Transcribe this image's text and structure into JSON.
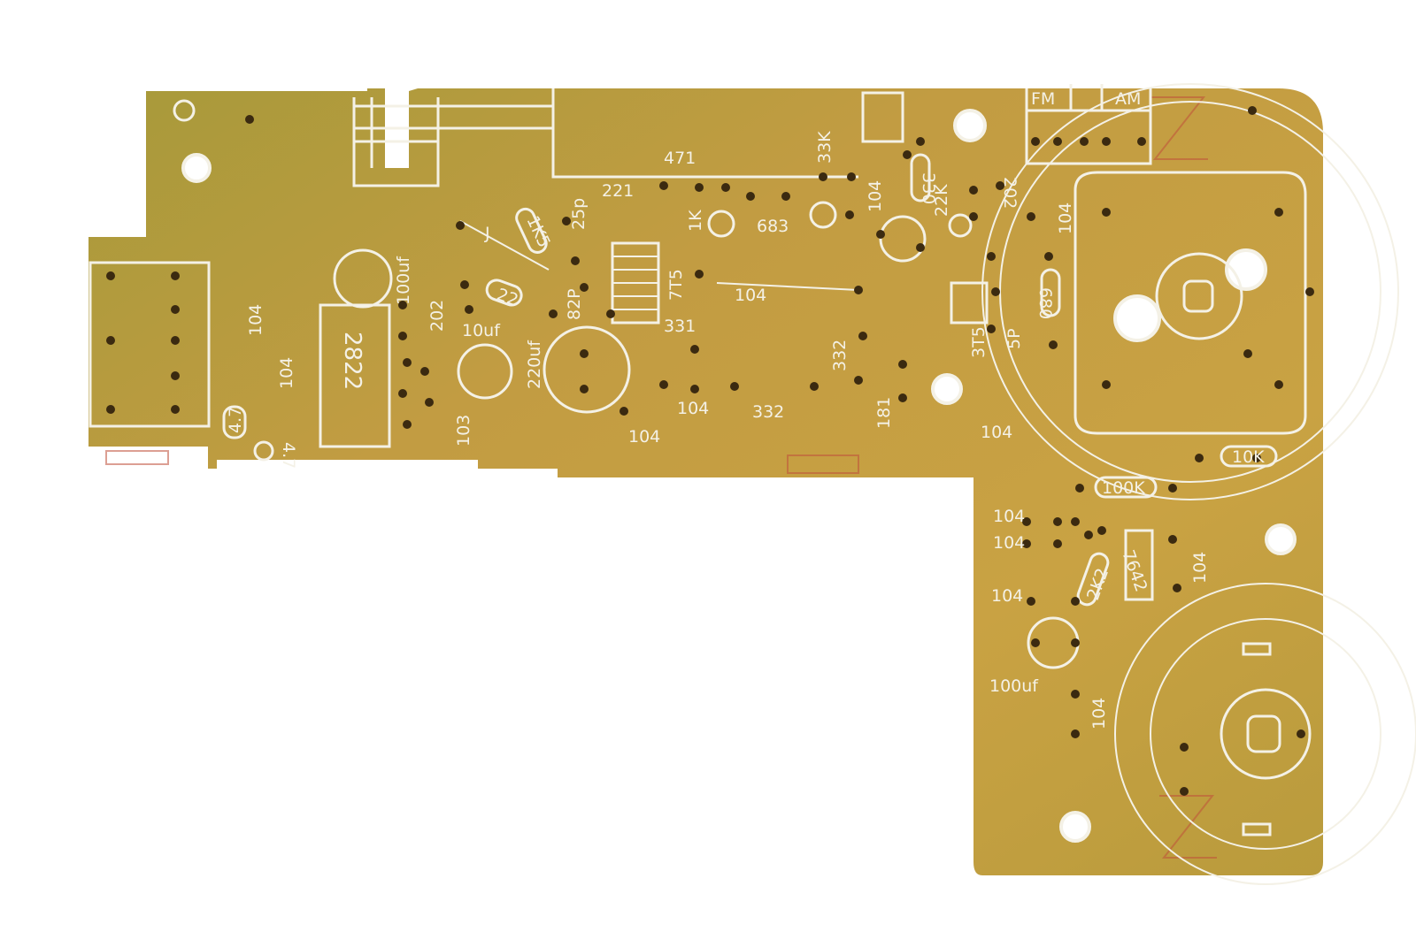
{
  "photo": {
    "subject": "pcb-board",
    "colors": {
      "board_light": "#c9a243",
      "board_green": "#a79a3a",
      "silkscreen": "#f4f1e6",
      "drill": "#3b2a10",
      "background": "#ffffff"
    },
    "labels": {
      "fm": "FM",
      "am": "AM",
      "r471": "471",
      "r33k": "33K",
      "c221": "221",
      "c25p": "25p",
      "r1k": "1K",
      "c683": "683",
      "c104_top": "104",
      "r330": "330",
      "r22k": "22K",
      "c202_top": "202",
      "c104_tr": "104",
      "r1k5": "1K5",
      "j": "J",
      "c100uf_left": "100uf",
      "r22": "22",
      "c82p": "82P",
      "t7t5": "7T5",
      "c104_mid": "104",
      "c331": "331",
      "c10uf": "10uf",
      "c220uf": "220uf",
      "ic2822": "2822",
      "c202_left": "202",
      "c104_left1": "104",
      "c104_left2": "104",
      "r4_7a": "4.7",
      "r4_7b": "4.7",
      "c103": "103",
      "c104_b1": "104",
      "c104_b2": "104",
      "c332_a": "332",
      "c332_b": "332",
      "c181": "181",
      "t3t5": "3T5",
      "c5p": "5P",
      "r680": "680",
      "c104_r1": "104",
      "r10k": "10K",
      "r100k": "100K",
      "c104_r2": "104",
      "c104_r3": "104",
      "r2k2": "2K2",
      "ic7642": "7642",
      "c104_r4": "104",
      "c104_r5": "104",
      "c100uf_right": "100uf",
      "c104_r6": "104"
    }
  }
}
